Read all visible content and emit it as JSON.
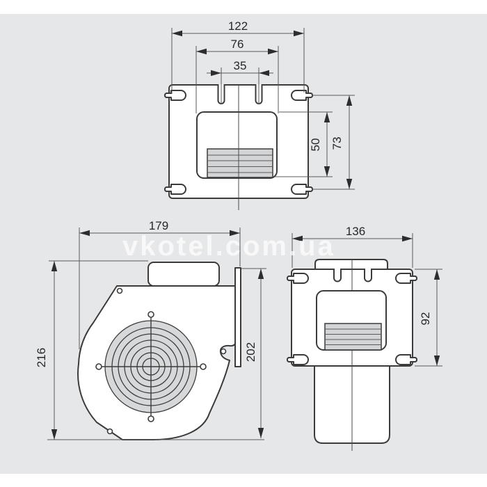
{
  "watermark": "vkotel.com.ua",
  "colors": {
    "background": "#e6e7e9",
    "line": "#3b3b3b",
    "dimension_line": "#5a5a5a",
    "hatch_fill": "#d3d4d6",
    "grille_fill": "#d7d8d9"
  },
  "views": {
    "top_view": {
      "dimensions": {
        "overall_width": "122",
        "inner_box_width": "76",
        "slot_spacing": "35",
        "window_height": "50",
        "mount_slot_spacing": "73"
      }
    },
    "front_view": {
      "dimensions": {
        "depth": "179",
        "overall_height": "216",
        "flange_height": "202"
      }
    },
    "side_view": {
      "dimensions": {
        "flange_width": "136",
        "plate_height": "92"
      }
    }
  }
}
